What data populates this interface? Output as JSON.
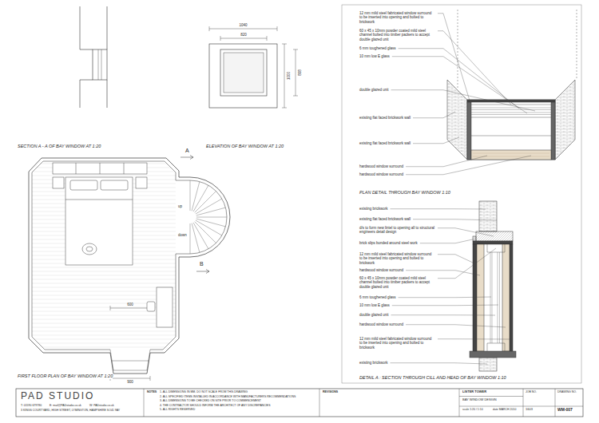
{
  "diagram": {
    "labels": [
      "SECTION A - A OF BAY WINDOW AT 1:20",
      "1040",
      "820",
      "1000",
      "808",
      "ELEVATION OF BAY WINDOW AT 1:20",
      "A",
      "up",
      "down",
      "B",
      "600",
      "900",
      "FIRST FLOOR PLAN OF BAY WINDOW AT 1:20",
      "12 mm mild steel fabricated window surround to be inserted into opening and bolted to brickwork",
      "60 x 45 x 10mm powder coated mild steel channel bolted into timber packers to accept double glazed unit",
      "6 mm toughened glass",
      "10 mm low E glass",
      "double glazed unit",
      "existing flat faced brickwork wall",
      "existing flat faced brickwork wall",
      "hardwood window surround",
      "hardwood window surround",
      "PLAN DETAIL THROUGH BAY WINDOW 1:10",
      "existing brickwork",
      "existing flat faced brickwork wall",
      "d/s to form new lintel to opening all to structural engineers detail design",
      "brick slips bonded around steel work",
      "12 mm mild steel fabricated window surround to be inserted into opening and bolted to brickwork",
      "hardwood window surround",
      "60 x 45 x 10mm powder coated mild steel channel bolted into timber packers to accept double glazed unit",
      "6 mm toughened glass",
      "10 mm low E glass",
      "double glazed unit",
      "hardwood window surround",
      "12 mm mild steel fabricated window surround to be inserted into opening and bolted to brickwork",
      "existing brickwork",
      "DETAIL A : SECTION THROUGH CILL AND HEAD OF BAY WINDOW 1:10",
      "PAD STUDIO",
      "T: 01590 679780",
      "E: mail@PADstudio.co.uk",
      "W: PADstudio.co.uk",
      "3 KINGS COURTYARD, HIGH STREET, LYMINGTON, HAMPSHIRE SO41 9AY",
      "NOTES",
      "1. ALL DIMENSIONS IN MM. DO NOT SCALE FROM THIS DRAWING",
      "2. ALL SPECIFIED ITEMS INSTALLED IN ACCORDANCE WITH MANUFACTURERS RECOMMENDATIONS",
      "3. ALL DIMENSIONS TO BE CHECKED ON SITE PRIOR TO COMMENCEMENT",
      "4. THE CONTRACTOR SHOULD INFORM THE ARCHITECT OF ANY DISCREPANCIES",
      "5. ALL RIGHTS RESERVED",
      "REVISIONS",
      "LISTER TOWER",
      "JOB NO.",
      "DRAWING NO.",
      "BAY WINDOW DESIGN",
      "scale 1:20 / 1:10",
      "date MARCH 2010",
      "1603",
      "WM-007"
    ]
  }
}
